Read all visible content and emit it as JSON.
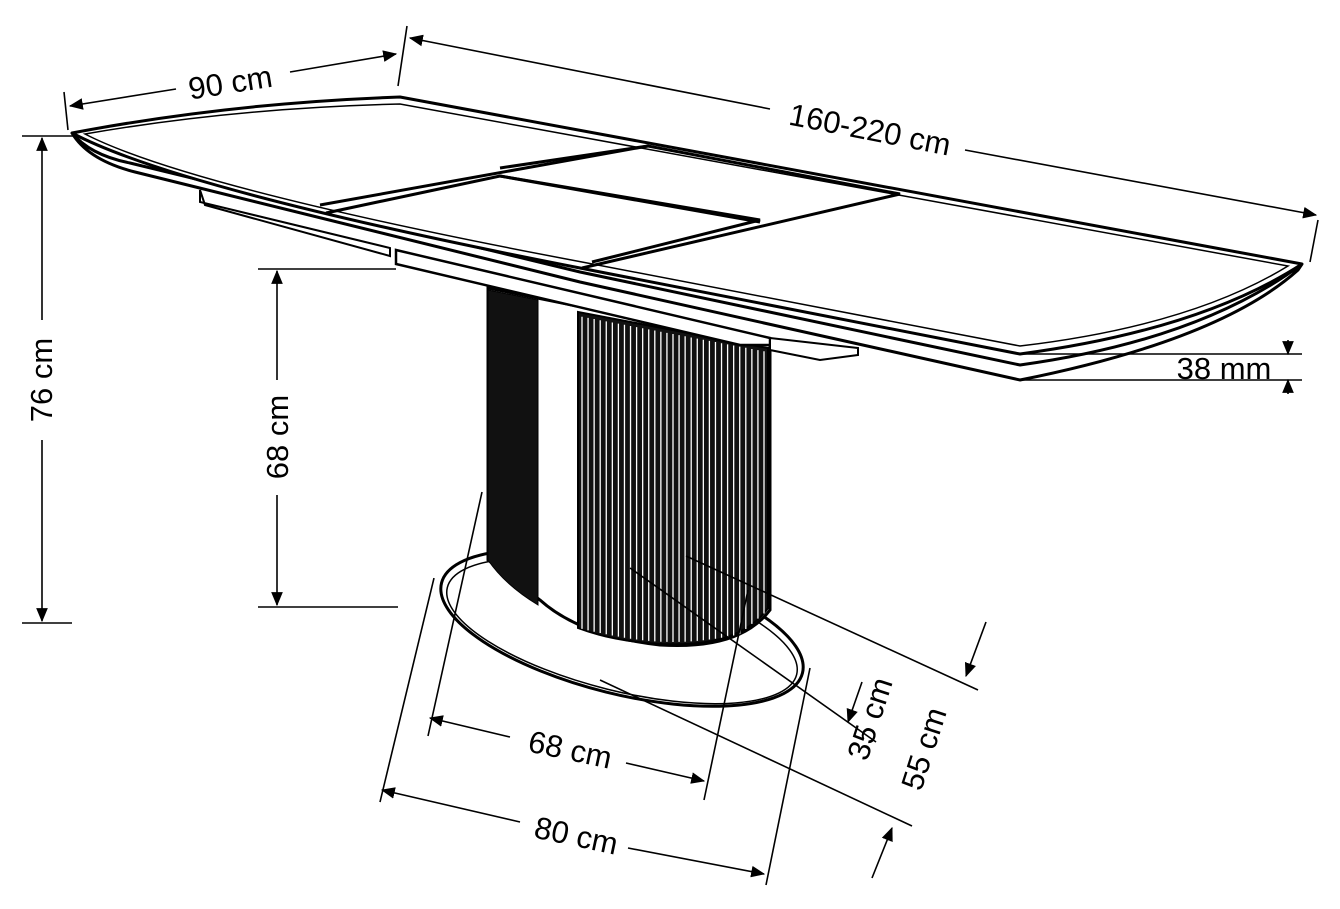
{
  "dimensions": {
    "width": "90 cm",
    "length": "160-220 cm",
    "total_height": "76 cm",
    "base_height": "68 cm",
    "top_thickness": "38 mm",
    "column_length": "68 cm",
    "base_length": "80 cm",
    "column_width": "35 cm",
    "base_width": "55 cm"
  },
  "colors": {
    "line": "#000000",
    "background": "#ffffff",
    "column_dark": "#111111"
  }
}
